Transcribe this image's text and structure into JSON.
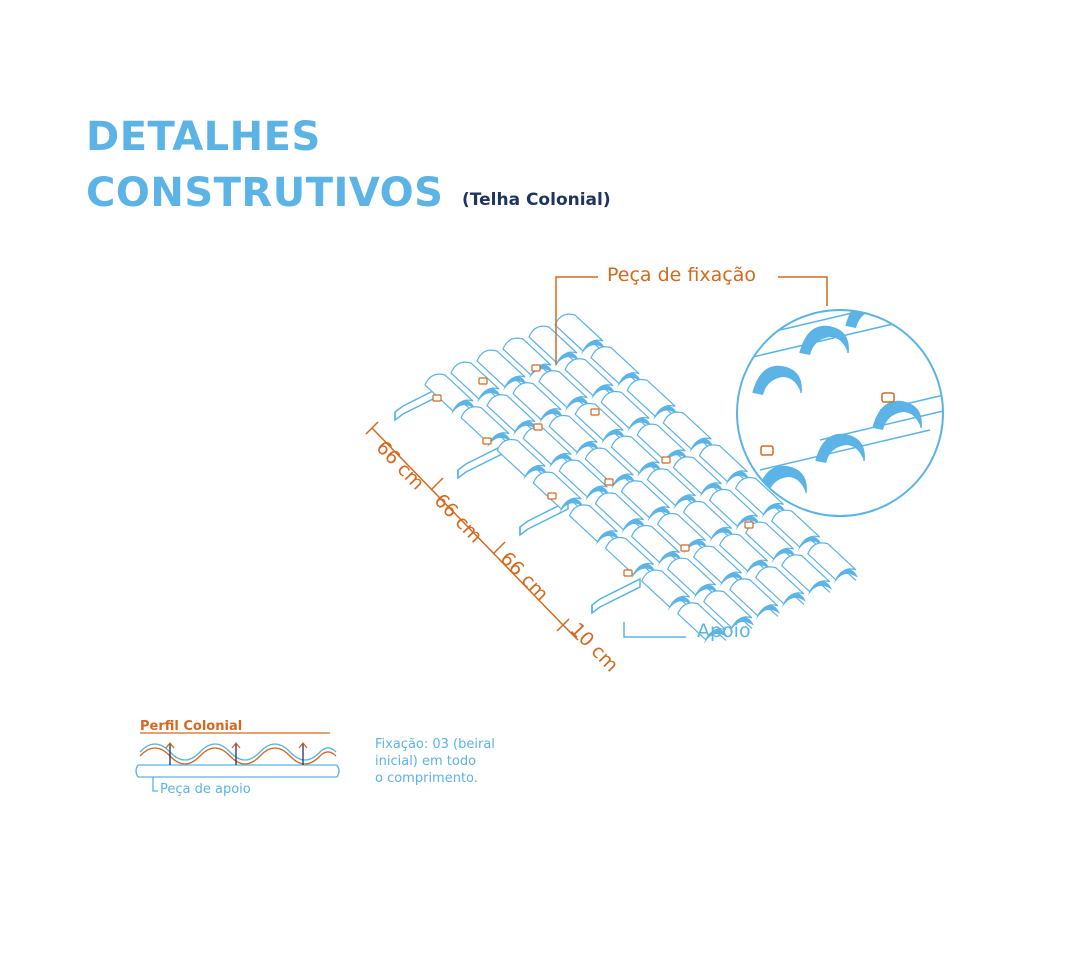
{
  "title": {
    "line1": "DETALHES",
    "line2": "CONSTRUTIVOS",
    "subtitle": "(Telha Colonial)"
  },
  "labels": {
    "fixing_piece": "Peça de fixação",
    "support": "Apoio",
    "profile": "Perfil Colonial",
    "support_piece": "Peça de apoio"
  },
  "dimensions": [
    "66 cm",
    "66 cm",
    "66 cm",
    "10 cm"
  ],
  "fixing_note": [
    "Fixação: 03 (beiral",
    "inicial) em todo",
    "o comprimento."
  ],
  "colors": {
    "blue": "#5bb3e6",
    "orange": "#d4691f",
    "navy": "#1f3560"
  }
}
